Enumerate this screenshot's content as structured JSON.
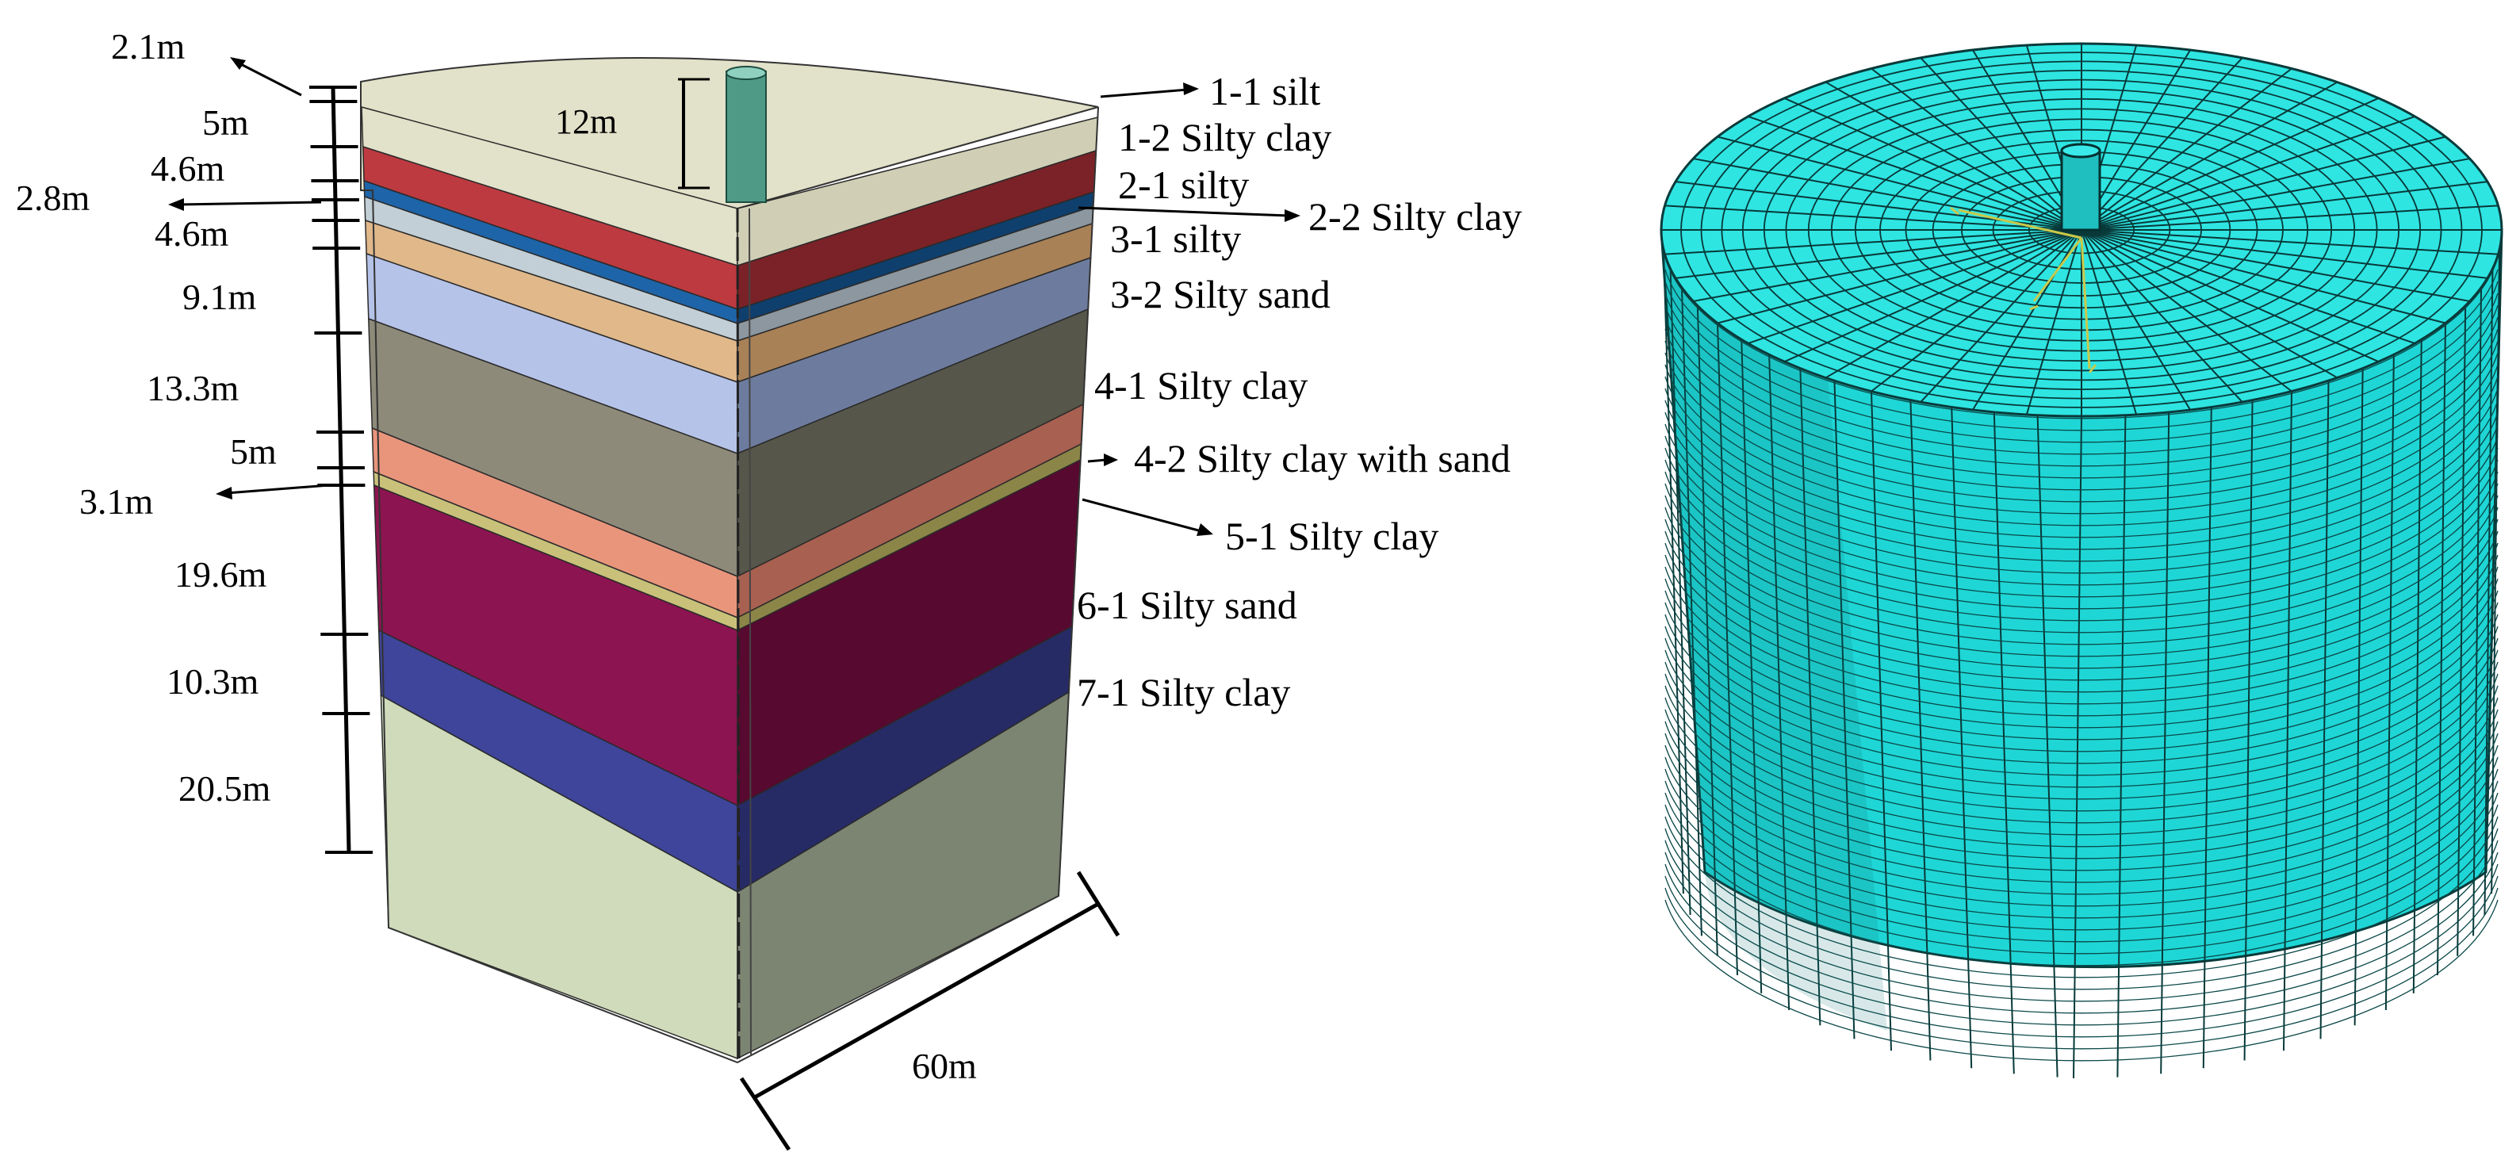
{
  "figure": {
    "pile_length_label": "12m",
    "width_label": "60m",
    "layers": [
      {
        "id": "1-1",
        "label": "1-1 silt",
        "thickness_label": "2.1m",
        "color": "#e2e1c9",
        "side_color": "#d0cfb5"
      },
      {
        "id": "1-2",
        "label": "1-2 Silty clay",
        "thickness_label": "5m",
        "color": "#bd3a40",
        "side_color": "#7a2227"
      },
      {
        "id": "2-1",
        "label": "2-1 silty",
        "thickness_label": "4.6m",
        "color": "#1e64a8",
        "side_color": "#0f3f6d"
      },
      {
        "id": "2-2",
        "label": "2-2 Silty clay",
        "thickness_label": "2.8m",
        "color": "#c2cfd6",
        "side_color": "#8c979f"
      },
      {
        "id": "3-1",
        "label": "3-1 silty",
        "thickness_label": "4.6m",
        "color": "#e0b88a",
        "side_color": "#a98157"
      },
      {
        "id": "3-2",
        "label": "3-2 Silty sand",
        "thickness_label": "9.1m",
        "color": "#b6c3e8",
        "side_color": "#6d7c9e"
      },
      {
        "id": "4-1",
        "label": "4-1 Silty clay",
        "thickness_label": "13.3m",
        "color": "#8d8a7a",
        "side_color": "#57564b"
      },
      {
        "id": "4-2",
        "label": "4-2 Silty clay with sand",
        "thickness_label": "5m",
        "color": "#e8957c",
        "side_color": "#a86050"
      },
      {
        "id": "5-1",
        "label": "5-1 Silty clay",
        "thickness_label": "3.1m",
        "color": "#c9c17a",
        "side_color": "#8b8548"
      },
      {
        "id": "6-1",
        "label": "6-1 Silty sand",
        "thickness_label": "19.6m",
        "color": "#8c1450",
        "side_color": "#57092f"
      },
      {
        "id": "7-1",
        "label": "7-1 Silty clay",
        "thickness_label": "10.3m",
        "color": "#3e459a",
        "side_color": "#262b66"
      },
      {
        "id": "8",
        "label": "",
        "thickness_label": "20.5m",
        "color": "#cfdbbb",
        "side_color": "#7c8472"
      }
    ]
  }
}
